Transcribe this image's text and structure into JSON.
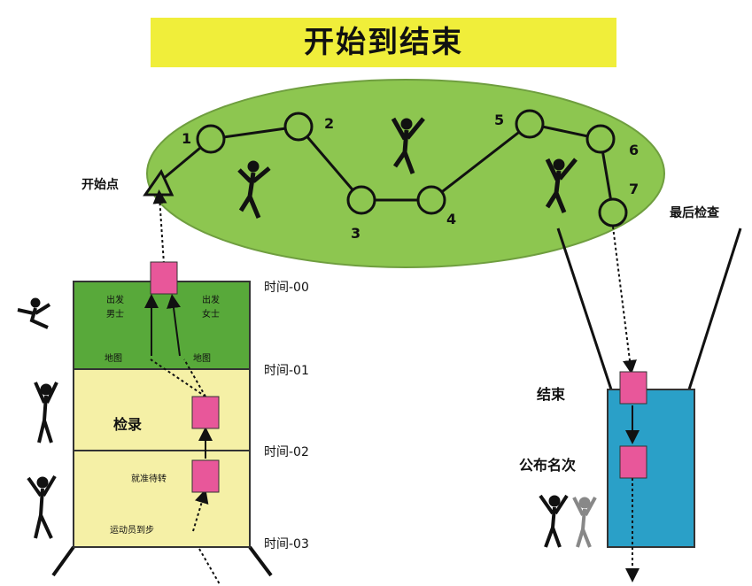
{
  "title": "开始到结束",
  "course": {
    "start_label": "开始点",
    "final_check_label": "最后检查",
    "checkpoints": [
      "1",
      "2",
      "3",
      "4",
      "5",
      "6",
      "7"
    ]
  },
  "times": [
    "时间-00",
    "时间-01",
    "时间-02",
    "时间-03"
  ],
  "start_area": {
    "start_men": [
      "出发",
      "男士"
    ],
    "start_women": [
      "出发",
      "女士"
    ],
    "map_left": "地图",
    "map_right": "地图",
    "check_in": "检录",
    "prep": "就准待转",
    "warmup": "运动员到步"
  },
  "finish_area": {
    "finish_label": "结束",
    "results_label": "公布名次"
  },
  "colors": {
    "title_bg": "#f0ee3a",
    "ellipse_green": "#8dc650",
    "dark_green": "#58a93a",
    "pale_yellow": "#f5f0a6",
    "finish_blue": "#2aa0c8",
    "marker_pink": "#e8579a"
  }
}
